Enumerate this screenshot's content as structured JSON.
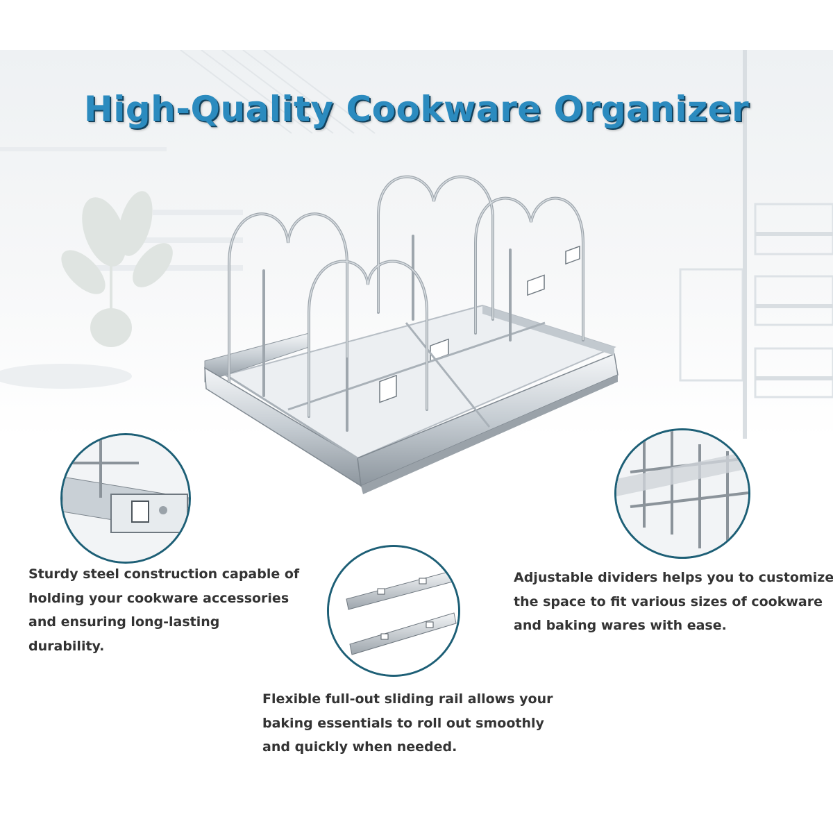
{
  "title": "High-Quality Cookware Organizer",
  "features": [
    {
      "name": "steel-construction",
      "lines": [
        "Sturdy steel construction capable of",
        "holding your cookware accessories",
        "and ensuring long-lasting",
        "durability."
      ]
    },
    {
      "name": "adjustable-dividers",
      "lines": [
        "Adjustable dividers helps you to customize",
        "the space to fit various sizes of cookware",
        "and baking wares with ease."
      ]
    },
    {
      "name": "sliding-rail",
      "lines": [
        "Flexible full-out sliding rail allows your",
        "baking essentials to roll out smoothly",
        "and quickly when needed."
      ]
    }
  ],
  "colors": {
    "title": "#2b8bbf",
    "title_shadow": "#12415c",
    "circle_border": "#1d5f76",
    "text": "#333333"
  },
  "icons": [
    "cookware-rack-image",
    "rail-detail-image",
    "divider-detail-image",
    "slide-rail-image"
  ]
}
